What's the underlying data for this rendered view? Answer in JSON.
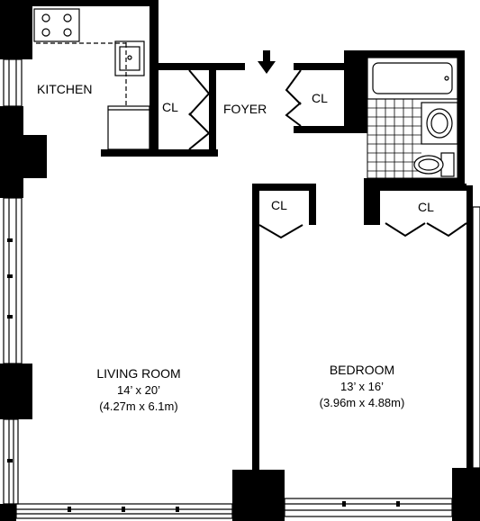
{
  "rooms": {
    "kitchen": {
      "label": "KITCHEN"
    },
    "foyer": {
      "label": "FOYER"
    },
    "living_room": {
      "label": "LIVING ROOM",
      "size_imperial": "14’ x 20’",
      "size_metric": "(4.27m x 6.1m)"
    },
    "bedroom": {
      "label": "BEDROOM",
      "size_imperial": "13’ x 16’",
      "size_metric": "(3.96m x 4.88m)"
    }
  },
  "closets": {
    "closet_1": {
      "label": "CL"
    },
    "closet_2": {
      "label": "CL"
    },
    "closet_3": {
      "label": "CL"
    },
    "closet_4": {
      "label": "CL"
    }
  },
  "colors": {
    "wall": "#000000",
    "background": "#ffffff",
    "tile": "#000000"
  },
  "icons": [
    "entry-arrow-icon",
    "stove-icon",
    "sink-icon",
    "bathtub-icon",
    "bathroom-sink-icon",
    "toilet-icon"
  ]
}
